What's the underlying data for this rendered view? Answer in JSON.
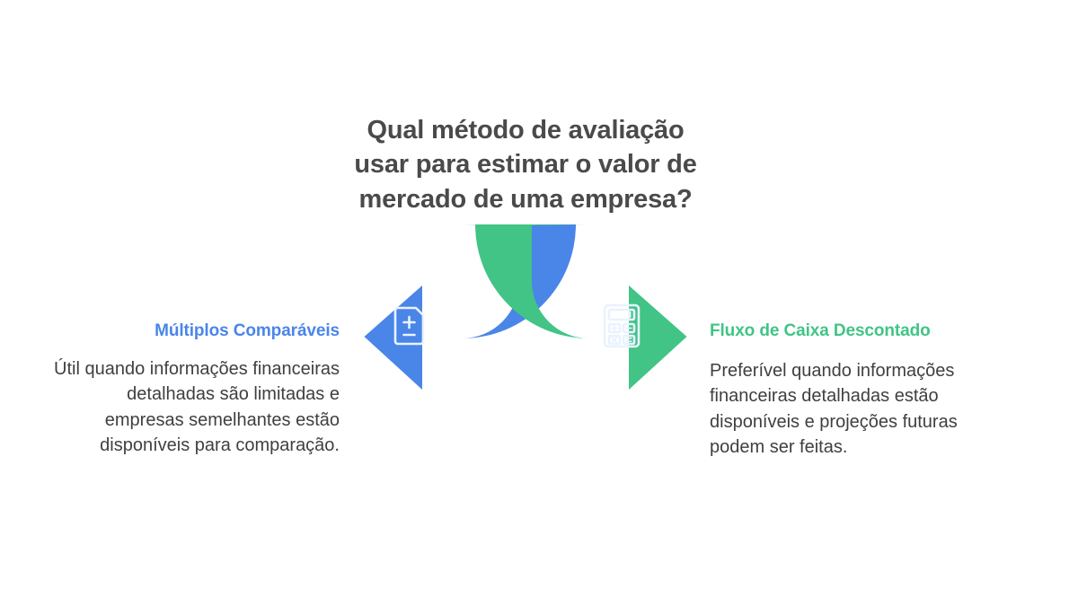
{
  "title": {
    "lines": [
      "Qual método de avaliação",
      "usar para estimar o valor de",
      "mercado de uma empresa?"
    ]
  },
  "colors": {
    "background": "#ffffff",
    "title_text": "#4a4a4a",
    "body_text": "#3f3f3f",
    "left_accent": "#4a85e8",
    "right_accent": "#41c486",
    "icon_stroke": "#eaf2ff"
  },
  "branches": [
    {
      "id": "left",
      "direction": "left",
      "arrow_color": "#4a85e8",
      "icon": "document-plus-minus-icon",
      "heading": "Múltiplos Comparáveis",
      "body": "Útil quando informações financeiras detalhadas são limitadas e empresas semelhantes estão disponíveis para comparação."
    },
    {
      "id": "right",
      "direction": "right",
      "arrow_color": "#41c486",
      "icon": "calculator-icon",
      "heading": "Fluxo de Caixa Descontado",
      "body": "Preferível quando informações financeiras detalhadas estão disponíveis e projeções futuras podem ser feitas."
    }
  ]
}
